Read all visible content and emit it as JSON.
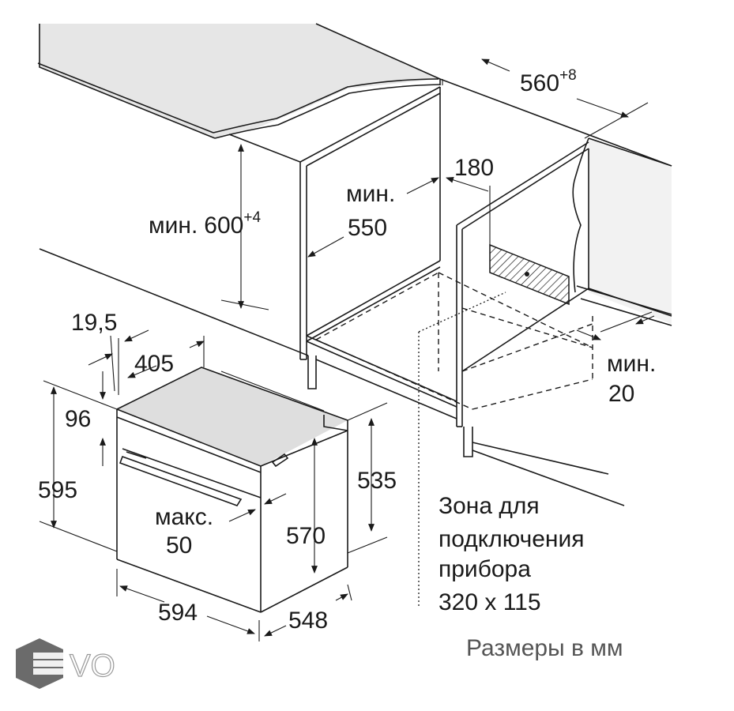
{
  "colors": {
    "line": "#1a1a1a",
    "countertop": "#e6e6e6",
    "wall": "#f2f2f2",
    "oven_top": "#dedede",
    "caption": "#555555",
    "logo_hex": "#6b6b6b"
  },
  "dimensions": {
    "width_opening": {
      "value": "560",
      "tolerance": "+8"
    },
    "min_height": {
      "prefix": "мин.",
      "value": "600",
      "tolerance": "+4"
    },
    "min_depth": {
      "line1": "мин.",
      "line2": "550"
    },
    "vent_offset": "180",
    "min_gap": {
      "line1": "мин.",
      "line2": "20"
    },
    "frame_thickness": "19,5",
    "top_depth": "405",
    "panel_height": "96",
    "total_height": "595",
    "body_height": "535",
    "inner_height": "570",
    "max_protrusion": {
      "line1": "макс.",
      "line2": "50"
    },
    "total_width": "594",
    "total_depth": "548"
  },
  "connection_zone": {
    "line1": "Зона для",
    "line2": "подключения",
    "line3": "прибора",
    "line4": "320 x 115"
  },
  "caption": "Размеры в мм",
  "logo": {
    "text": "VO",
    "icon": "hexagon-logo-icon"
  }
}
